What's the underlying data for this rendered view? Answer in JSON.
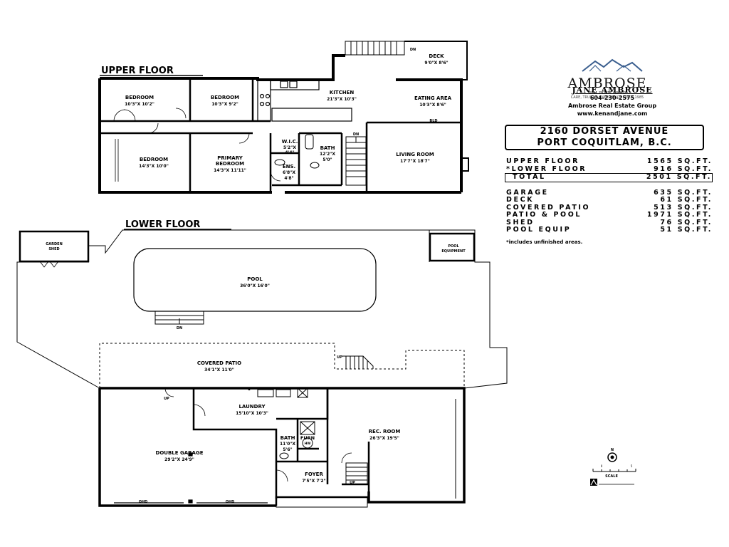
{
  "headings": {
    "upper": "UPPER FLOOR",
    "lower": "LOWER FLOOR"
  },
  "rooms": {
    "bedroom1": {
      "name": "BEDROOM",
      "size": "10'3\"X 10'2\""
    },
    "bedroom2": {
      "name": "BEDROOM",
      "size": "10'3\"X 9'2\""
    },
    "bedroom3": {
      "name": "BEDROOM",
      "size": "14'3\"X 10'0\""
    },
    "primary": {
      "name1": "PRIMARY",
      "name2": "BEDROOM",
      "size": "14'3\"X 11'11\""
    },
    "wic": {
      "name": "W.I.C.",
      "size1": "5'2\"X",
      "size2": "4'4\""
    },
    "ens": {
      "name": "ENS.",
      "size1": "6'8\"X",
      "size2": "4'8\""
    },
    "bath_up": {
      "name": "BATH",
      "size1": "12'2\"X",
      "size2": "5'0\""
    },
    "kitchen": {
      "name": "KITCHEN",
      "size": "21'3\"X 10'3\""
    },
    "eating": {
      "name": "EATING AREA",
      "size": "10'3\"X 8'6\""
    },
    "living": {
      "name": "LIVING ROOM",
      "size": "17'7\"X 18'7\""
    },
    "deck": {
      "name": "DECK",
      "size": "9'0\"X 8'6\""
    },
    "pool": {
      "name": "POOL",
      "size": "36'0\"X 16'0\""
    },
    "shed": {
      "name1": "GARDEN",
      "name2": "SHED"
    },
    "pool_equip": {
      "name1": "POOL",
      "name2": "EQUIPMENT"
    },
    "patio": {
      "name": "COVERED PATIO",
      "size": "34'1\"X 11'0\""
    },
    "laundry": {
      "name": "LAUNDRY",
      "size": "15'10\"X 10'3\""
    },
    "garage": {
      "name": "DOUBLE GARAGE",
      "size": "29'2\"X 24'9\""
    },
    "bath_low": {
      "name": "BATH",
      "size1": "11'0\"X",
      "size2": "5'6\""
    },
    "furn": {
      "name": "FURN",
      "hw": "HW"
    },
    "foyer": {
      "name": "FOYER",
      "size": "7'5\"X 7'2\""
    },
    "rec": {
      "name": "REC. ROOM",
      "size": "26'3\"X 19'5\""
    }
  },
  "marks": {
    "dn": "DN",
    "up": "UP",
    "bld": "BLD",
    "ohd": "OHD"
  },
  "logo": {
    "brand": "AMBROSE",
    "sub": "REAL ESTATE GROUP",
    "tagline": "CARE, TRUST & EXPERIENCE SINCE 1985"
  },
  "agent": {
    "name": "JANE AMBROSE",
    "phone": "604-230-2575",
    "group": "Ambrose Real Estate Group",
    "web": "www.kenandjane.com"
  },
  "address": {
    "line1": "2160 DORSET AVENUE",
    "line2": "PORT COQUITLAM, B.C."
  },
  "areas": {
    "upper": {
      "label": "UPPER FLOOR",
      "value": "1565",
      "unit": "SQ.FT."
    },
    "lower": {
      "label": "*LOWER FLOOR",
      "value": "916",
      "unit": "SQ.FT."
    },
    "total": {
      "label": "TOTAL",
      "value": "2501",
      "unit": "SQ.FT."
    },
    "garage": {
      "label": "GARAGE",
      "value": "635",
      "unit": "SQ.FT."
    },
    "deck": {
      "label": "DECK",
      "value": "61",
      "unit": "SQ.FT."
    },
    "patio": {
      "label": "COVERED PATIO",
      "value": "513",
      "unit": "SQ.FT."
    },
    "pool": {
      "label": "PATIO & POOL",
      "value": "1971",
      "unit": "SQ.FT."
    },
    "shed": {
      "label": "SHED",
      "value": "76",
      "unit": "SQ.FT."
    },
    "equip": {
      "label": "POOL EQUIP",
      "value": "51",
      "unit": "SQ.FT."
    }
  },
  "note": "*includes unfinished areas.",
  "scale": {
    "label": "SCALE",
    "zero": "0",
    "five": "5",
    "north": "N"
  }
}
